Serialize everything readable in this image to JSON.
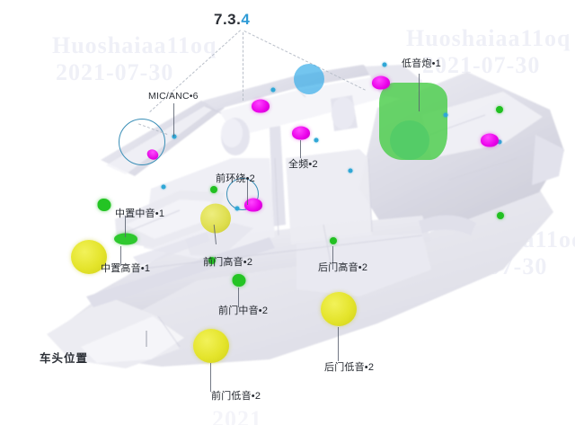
{
  "title": {
    "prefix": "7.3.",
    "accent": "4",
    "full": "7.3.4"
  },
  "footnote": {
    "label": "车头位置"
  },
  "watermark": {
    "name": "Huoshaiaa11oq",
    "date": "2021-07-30",
    "small": "2021"
  },
  "colors": {
    "accent_blue": "#2f9bd6",
    "marker_blue": "#2fa7d6",
    "marker_green": "#24c424",
    "marker_yellow": "#dcdc3e",
    "marker_magenta": "#e100e1",
    "region_green": "#51cf51",
    "circle_blue": "#3daee9",
    "ring_stroke": "#3a8fb7",
    "leader_line": "#5a6270",
    "label_text": "#2b2f36",
    "background": "#ffffff",
    "body_grey": "#e3e3ea"
  },
  "labels": [
    {
      "id": "mic-anc",
      "text": "MIC/ANC•6",
      "count": 6,
      "marker": "blue-dot"
    },
    {
      "id": "subwoofer",
      "text": "低音炮•1",
      "count": 1,
      "marker": "leader"
    },
    {
      "id": "full-range",
      "text": "全频•2",
      "count": 2,
      "marker": "magenta"
    },
    {
      "id": "front-surround",
      "text": "前环绕•2",
      "count": 2,
      "marker": "magenta-ring"
    },
    {
      "id": "center-mid",
      "text": "中置中音•1",
      "count": 1,
      "marker": "green-blob"
    },
    {
      "id": "center-tweeter",
      "text": "中置高音•1",
      "count": 1,
      "marker": "yellow"
    },
    {
      "id": "front-door-tweeter",
      "text": "前门高音•2",
      "count": 2,
      "marker": "green-sm"
    },
    {
      "id": "front-door-mid",
      "text": "前门中音•2",
      "count": 2,
      "marker": "green-md"
    },
    {
      "id": "front-door-woofer",
      "text": "前门低音•2",
      "count": 2,
      "marker": "yellow"
    },
    {
      "id": "rear-door-tweeter",
      "text": "后门高音•2",
      "count": 2,
      "marker": "green-sm"
    },
    {
      "id": "rear-door-woofer",
      "text": "后门低音•2",
      "count": 2,
      "marker": "yellow"
    }
  ]
}
